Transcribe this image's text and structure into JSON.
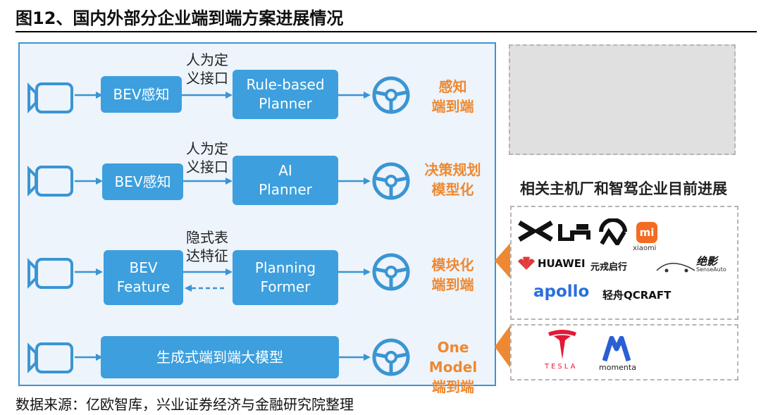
{
  "figure": {
    "title": "图12、国内外部分企业端到端方案进展情况",
    "source_note": "数据来源：亿欧智库，兴业证券经济与金融研究院整理"
  },
  "rows": [
    {
      "module1": "BEV感知",
      "interface": "人为定\n义接口",
      "planner": "Rule-based\nPlanner",
      "output": "感知\n端到端"
    },
    {
      "module1": "BEV感知",
      "interface": "人为定\n义接口",
      "planner": "AI\nPlanner",
      "output": "决策规划\n模型化"
    },
    {
      "module1": "BEV\nFeature",
      "interface": "隐式表\n达特征",
      "planner": "Planning\nFormer",
      "output": "模块化\n端到端"
    },
    {
      "module1": "生成式端到端大模型",
      "output": "One Model\n端到端"
    }
  ],
  "progress_panel": {
    "title": "相关主机厂和智驾企业目前进展",
    "logos": {
      "huawei": "HUAWEI",
      "yuanrong": "元戎启行",
      "senseauto_cn": "绝影",
      "senseauto_en": "SenseAuto",
      "xiaomi": "xiaomi",
      "xiaomi_mark": "mi",
      "apollo": "apollo",
      "qcraft": "轻舟QCRAFT",
      "tesla": "TESLA",
      "momenta": "momenta"
    }
  },
  "colors": {
    "module_blue": "#3d9fdd",
    "panel_bg": "#edf4fb",
    "output_orange": "#ee8832",
    "icon_blue": "#3a95d3"
  }
}
